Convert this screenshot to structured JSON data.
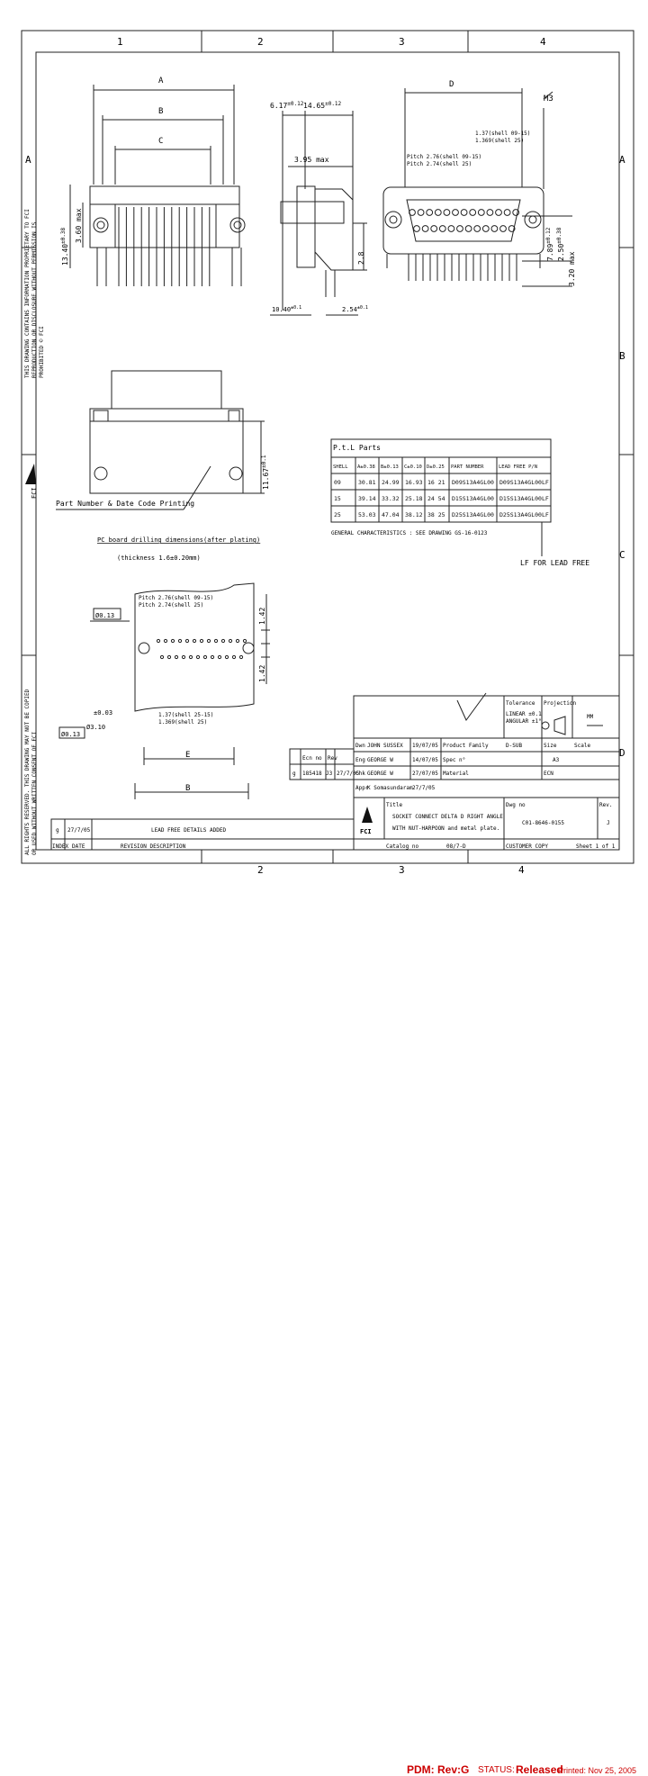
{
  "grid": {
    "cols_top": [
      "1",
      "2",
      "3",
      "4"
    ],
    "cols_bottom": [
      "2",
      "3",
      "4"
    ],
    "rows": [
      "A",
      "B",
      "C",
      "D"
    ]
  },
  "dims": {
    "A": "A",
    "B": "B",
    "C": "C",
    "D": "D",
    "E": "E",
    "M3": "M3",
    "dim_617": "6.17",
    "tol_617": "±0.12",
    "dim_1465": "14.65",
    "tol_1465": "±0.12",
    "dim_395": "3.95 max",
    "dim_1340": "13.40",
    "tol_1340": "±0.38",
    "dim_360": "3.60 max",
    "dim_789": "7.89",
    "tol_789": "±0.12",
    "dim_250": "2.50",
    "tol_250": "±0.38",
    "dim_320": "3.20 max",
    "dim_1040": "10.40",
    "tol_1040": "±0.1",
    "dim_254": "2.54",
    "tol_254": "±0.1",
    "dim_28": "2.8",
    "dim_1167": "11.67",
    "tol_1167": "±0.1",
    "pitch_276_top": "Pitch 2.76(shell 09-15)",
    "pitch_274_top": "Pitch 2.74(shell 25)",
    "pitch_137_top": "1.37(shell 09-15)",
    "pitch_1369_top": "1.369(shell 25)",
    "pitch_276_bot": "Pitch 2.76(shell 09-15)",
    "pitch_274_bot": "Pitch 2.74(shell 25)",
    "pitch_137_bot": "1.37(shell 25-15)",
    "pitch_1369_bot": "1.369(shell 25)",
    "hole_013": "Ø0.13",
    "hole_003": "±0.03",
    "hole_310": "Ø3.10",
    "dim_142_a": "1.42",
    "dim_142_b": "1.42"
  },
  "labels": {
    "part_marking": "Part Number & Date Code Printing",
    "pc_board": "PC board drilling dimensions(after plating)",
    "thickness": "(thickness 1.6±0.20mm)",
    "lf_note": "LF FOR LEAD FREE",
    "note_line": "GENERAL CHARACTERISTICS : SEE DRAWING GS-16-0123"
  },
  "parts_table": {
    "title": "P.t.L Parts",
    "headers": [
      "SHELL",
      "A±0.38",
      "B±0.13",
      "C±0.10",
      "D±0.25",
      "PART NUMBER",
      "LEAD FREE P/N"
    ],
    "rows": [
      [
        "09",
        "30.81",
        "24.99",
        "16.93",
        "16 21",
        "D09S13A4GL00",
        "D09S13A4GL00LF"
      ],
      [
        "15",
        "39.14",
        "33.32",
        "25.18",
        "24 54",
        "D15S13A4GL00",
        "D15S13A4GL00LF"
      ],
      [
        "25",
        "53.03",
        "47.04",
        "38.12",
        "38 25",
        "D25S13A4GL00",
        "D25S13A4GL00LF"
      ]
    ]
  },
  "side_notes": {
    "upper_1": "THIS DRAWING CONTAINS INFORMATION PROPRIETARY TO FCI",
    "upper_2": "REPRODUCTION OR DISCLOSURE WITHOUT PERMISSION IS",
    "upper_3": "PROHIBITED © FCI",
    "lower_1": "ALL RIGHTS RESERVED. THIS DRAWING MAY NOT BE COPIED",
    "lower_2": "OR USED WITHOUT WRITTEN CONSENT OF FCI"
  },
  "title_block": {
    "tolerance_label": "Tolerance",
    "tolerance_v1": "LINEAR ±0.1",
    "tolerance_v2": "ANGULAR ±1°",
    "projection_label": "Projection",
    "units": "MM",
    "size_label": "Size",
    "size_value": "A3",
    "scale_label": "Scale",
    "product_family_label": "Product Family",
    "product_family_value": "D-SUB",
    "spec_label": "Spec n°",
    "material_label": "Material",
    "ecn_label": "ECN",
    "role_drawn": "Dwn",
    "role_eng": "Eng",
    "role_chk": "Chk",
    "role_appr": "Appr",
    "name_drawn": "JOHN SUSSEX",
    "name_eng": "GEORGE W",
    "name_chk": "GEORGE W",
    "name_appr": "K Somasundaram",
    "date_drawn": "19/07/05",
    "date_eng": "14/07/05",
    "date_chk": "27/07/05",
    "date_appr": "27/7/05",
    "ecn_col_label": "Ecn no",
    "rev_col_label": "Rev",
    "rev_row_letter": "g",
    "rev_row_ecn": "185418",
    "rev_row_rev": "J3",
    "rev_row_date": "27/7/05",
    "history_rev": "g",
    "history_date": "27/7/05",
    "history_desc": "LEAD FREE DETAILS ADDED",
    "hist_h_index": "INDEX",
    "hist_h_date": "DATE",
    "hist_h_desc": "REVISION DESCRIPTION",
    "title_label": "Title",
    "title_line1": "SOCKET CONNECT DELTA D RIGHT ANGLE",
    "title_line2": "WITH NUT-HARPOON and metal plate.",
    "dwg_label": "Dwg no",
    "dwg_value": "C01-8646-0155",
    "rev_label": "Rev.",
    "rev_value": "J",
    "catalog_label": "Catalog no",
    "catalog_value": "08/7-D",
    "copy_label": "CUSTOMER COPY",
    "sheet_label": "Sheet 1 of 1",
    "fci": "FCI"
  },
  "footer": {
    "pdm": "PDM: Rev:G",
    "status_label": "STATUS:",
    "status_value": "Released",
    "printed": "Printed: Nov 25, 2005"
  }
}
